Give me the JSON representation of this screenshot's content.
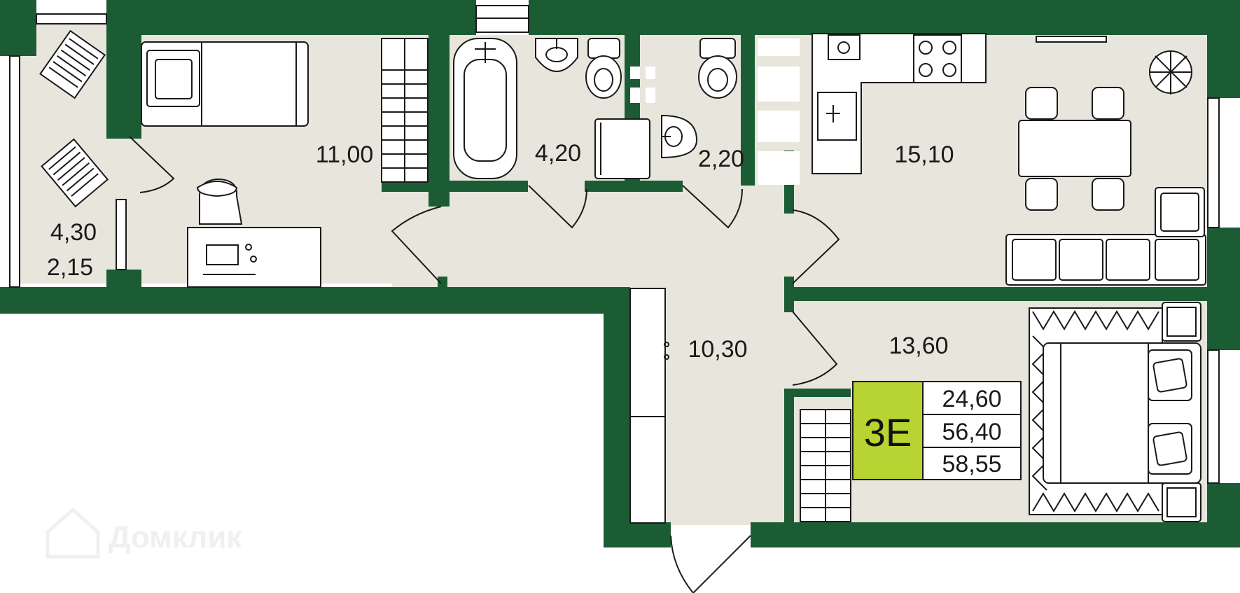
{
  "rooms": {
    "balcony": {
      "area": "4,30",
      "area_reduced": "2,15"
    },
    "bedroom_small": {
      "area": "11,00"
    },
    "bathroom": {
      "area": "4,20"
    },
    "toilet": {
      "area": "2,20"
    },
    "kitchen_living": {
      "area": "15,10"
    },
    "hallway": {
      "area": "10,30"
    },
    "bedroom_large": {
      "area": "13,60"
    }
  },
  "summary": {
    "apartment_code": "3E",
    "living_area": "24,60",
    "total_area": "56,40",
    "total_area_with_balcony": "58,55"
  },
  "watermark": {
    "text": "Домклик"
  },
  "colors": {
    "wall": "#1c5c35",
    "floor": "#e8e6dc",
    "badge": "#b8d432",
    "line": "#1a1a1a"
  }
}
